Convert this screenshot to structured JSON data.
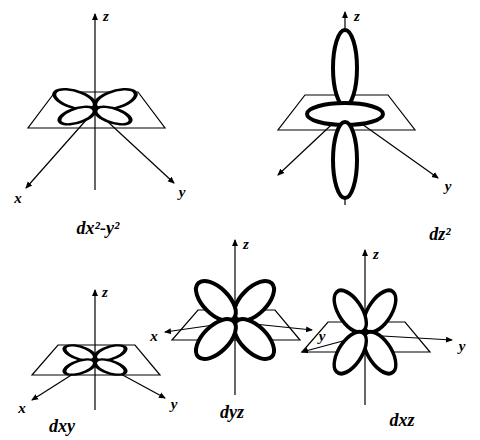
{
  "diagram": {
    "labels": [
      "z",
      "x",
      "y",
      "dx²-y²",
      "z",
      "y",
      "dz²",
      "z",
      "x",
      "y",
      "dxy",
      "z",
      "x",
      "y",
      "dyz",
      "z",
      "y",
      "dxz"
    ]
  }
}
